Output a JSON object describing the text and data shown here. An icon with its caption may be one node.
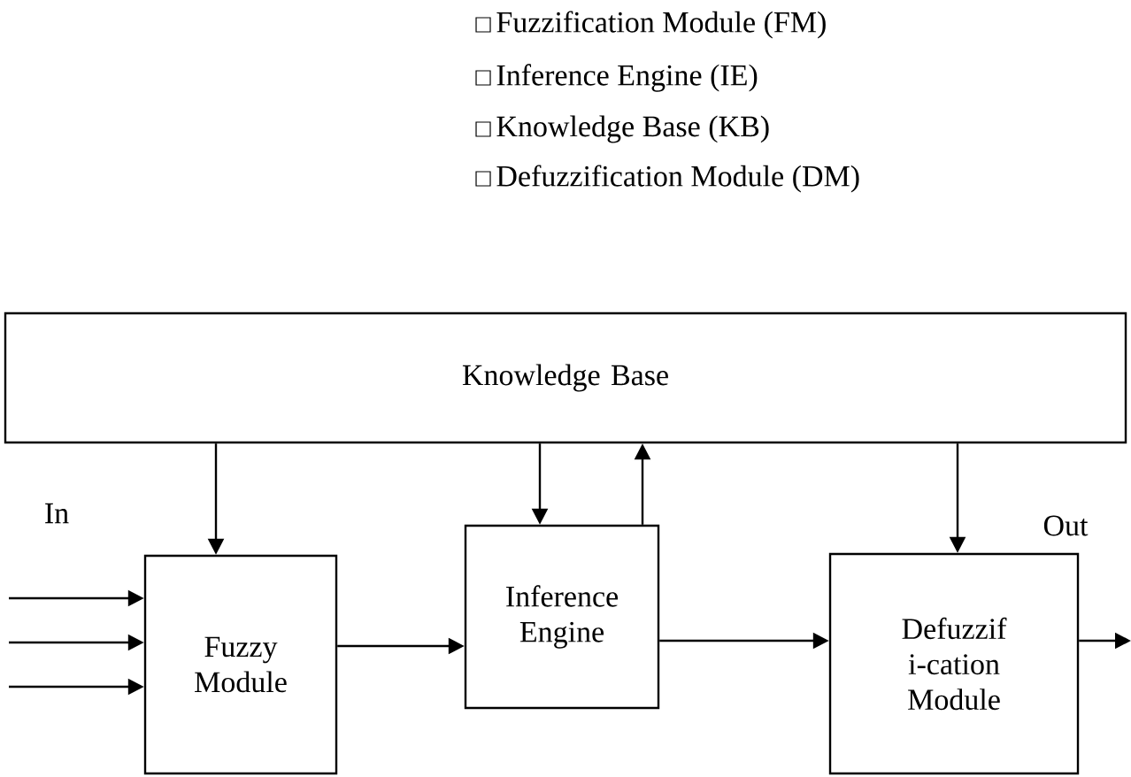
{
  "diagram": {
    "nodes": [
      {
        "text": [
          "Knowledge Base"
        ]
      },
      {
        "text": [
          "Fuzzy Module"
        ]
      },
      {
        "text": [
          "Inference Engine"
        ]
      },
      {
        "text": [
          "Defuzzif i-cation Module"
        ]
      }
    ],
    "edges": [
      {
        "from": 0,
        "to": 1,
        "arrow": "to"
      },
      {
        "from": 0,
        "to": 2,
        "arrow": "to"
      },
      {
        "from": 2,
        "to": 0,
        "arrow": "to"
      },
      {
        "from": 0,
        "to": 3,
        "arrow": "to"
      },
      {
        "from": 1,
        "to": 2,
        "arrow": "to"
      },
      {
        "from": 2,
        "to": 3,
        "arrow": "to"
      },
      {
        "from": null,
        "to": 1,
        "arrow": "to"
      },
      {
        "from": null,
        "to": 1,
        "arrow": "to"
      },
      {
        "from": null,
        "to": 1,
        "arrow": "to"
      },
      {
        "from": 3,
        "to": null,
        "arrow": "to"
      }
    ],
    "labels": [
      "Fuzzification Module (FM)",
      "Inference Engine (IE)",
      "Knowledge Base (KB)",
      "Defuzzification Module (DM)",
      "In",
      "Out"
    ]
  }
}
